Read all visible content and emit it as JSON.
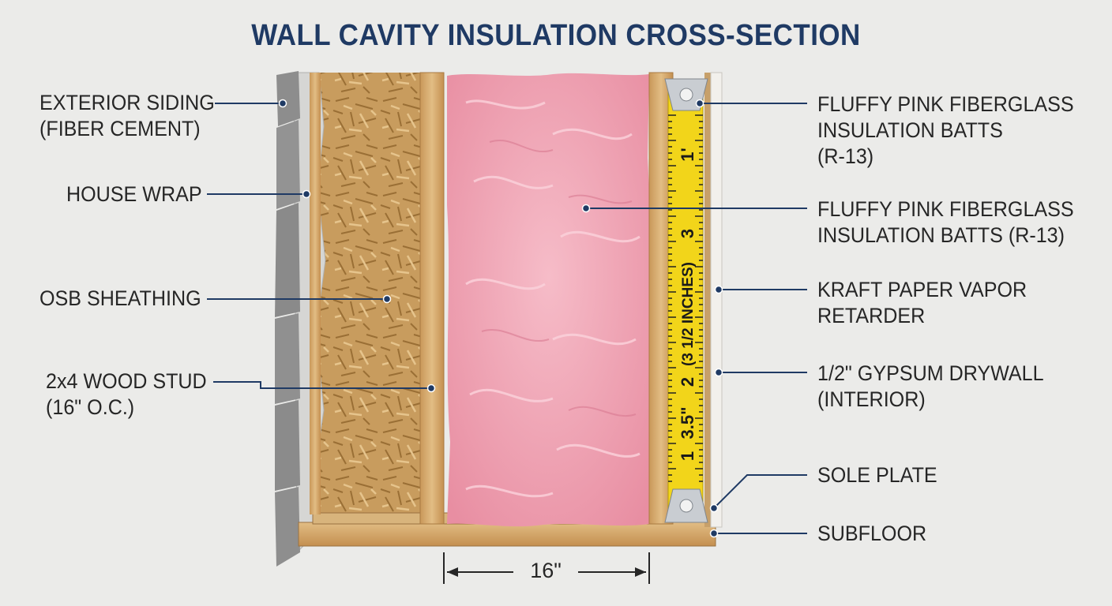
{
  "title": "WALL CAVITY INSULATION CROSS-SECTION",
  "labels": {
    "exterior_siding": "EXTERIOR SIDING\n(FIBER CEMENT)",
    "house_wrap": "HOUSE WRAP",
    "osb_sheathing": "OSB SHEATHING",
    "wood_stud": "2x4 WOOD STUD\n(16\" O.C.)",
    "fiberglass_top": "FLUFFY PINK FIBERGLASS\nINSULATION BATTS\n(R-13)",
    "fiberglass_mid": "FLUFFY PINK FIBERGLASS\nINSULATION BATTS (R-13)",
    "kraft_paper": "KRAFT PAPER VAPOR\nRETARDER",
    "drywall": "1/2\" GYPSUM DRYWALL\n(INTERIOR)",
    "sole_plate": "SOLE PLATE",
    "subfloor": "SUBFLOOR"
  },
  "tape": {
    "marks": [
      "1'",
      "3",
      "(3 1/2 INCHES)",
      "2",
      "3.5\"",
      "1"
    ]
  },
  "dimension": "16\"",
  "colors": {
    "title": "#1f3a64",
    "leader": "#1f3a64",
    "insulation": "#f0a3b3",
    "osb": "#c9a064",
    "stud": "#d9b27a",
    "siding": "#8c8c8c",
    "tape": "#f2d51a"
  }
}
